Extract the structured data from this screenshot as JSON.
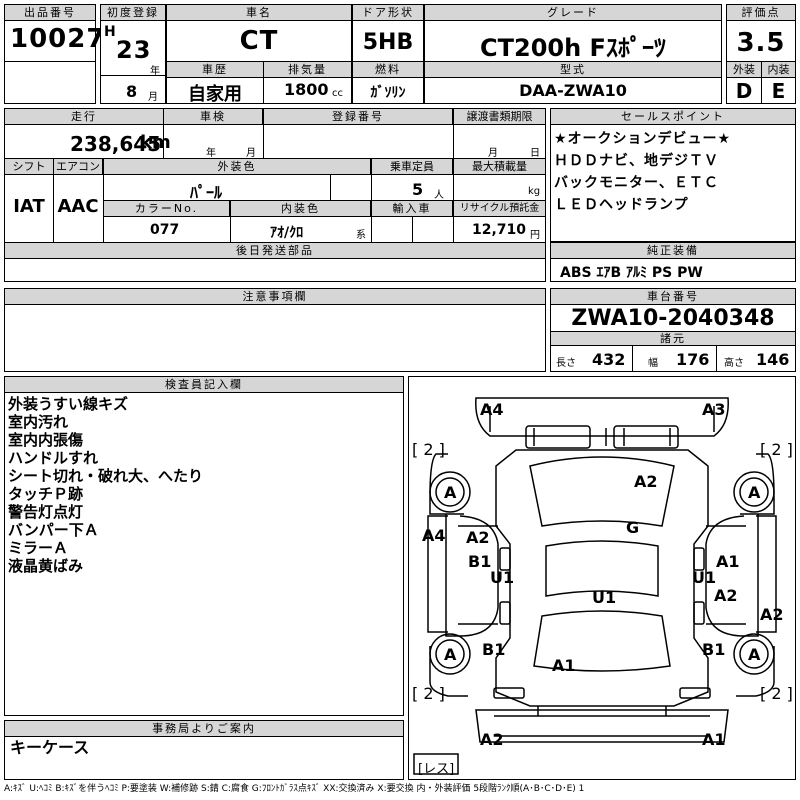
{
  "header": {
    "lot_label": "出品番号",
    "lot_number": "10027",
    "first_reg_label": "初度登録",
    "era": "H",
    "year": "23",
    "year_unit": "年",
    "month": "8",
    "month_unit": "月",
    "name_label": "車名",
    "car_name": "CT",
    "door_label": "ドア形状",
    "door_type": "5HB",
    "grade_label": "グレード",
    "grade": "CT200h Fｽﾎﾟｰﾂ",
    "score_label": "評価点",
    "score": "3.5",
    "history_label": "車歴",
    "history": "自家用",
    "displacement_label": "排気量",
    "displacement": "1800",
    "displacement_unit": "cc",
    "fuel_label": "燃料",
    "fuel": "ｶﾞｿﾘﾝ",
    "model_label": "型式",
    "model": "DAA-ZWA10",
    "ext_label": "外装",
    "ext_grade": "D",
    "int_label": "内装",
    "int_grade": "E"
  },
  "details": {
    "mileage_label": "走行",
    "mileage": "238,645",
    "mileage_unit": "km",
    "inspection_label": "車検",
    "inspection_year_unit": "年",
    "inspection_month_unit": "月",
    "plate_label": "登録番号",
    "transfer_label": "譲渡書類期限",
    "transfer_month_unit": "月",
    "transfer_day_unit": "日",
    "shift_label": "シフト",
    "shift": "IAT",
    "ac_label": "エアコン",
    "ac": "AAC",
    "ext_color_label": "外装色",
    "ext_color": "ﾊﾟｰﾙ",
    "capacity_label": "乗車定員",
    "capacity": "5",
    "capacity_unit": "人",
    "load_label": "最大積載量",
    "load_unit": "kg",
    "color_no_label": "カラーNo.",
    "color_no": "077",
    "int_color_label": "内装色",
    "int_color": "ｱｵ/ｸﾛ",
    "int_color_unit": "系",
    "import_label": "輸入車",
    "recycle_label": "リサイクル預託金",
    "recycle": "12,710",
    "recycle_unit": "円",
    "later_parts_label": "後日発送部品"
  },
  "sales": {
    "label": "セールスポイント",
    "lines": [
      "★オークションデビュー★",
      "ＨＤＤナビ、地デジＴＶ",
      "バックモニター、ＥＴＣ",
      "ＬＥＤヘッドランプ"
    ]
  },
  "equipment": {
    "label": "純正装備",
    "items": "ABS ｴｱB ｱﾙﾐ PS PW"
  },
  "chassis": {
    "label": "車台番号",
    "number": "ZWA10-2040348",
    "spec_label": "諸元",
    "length_label": "長さ",
    "length": "432",
    "width_label": "幅",
    "width": "176",
    "height_label": "高さ",
    "height": "146"
  },
  "notes": {
    "label": "注意事項欄"
  },
  "inspector": {
    "label": "検査員記入欄",
    "lines": [
      "外装うすい線キズ",
      "室内汚れ",
      "室内内張傷",
      "ハンドルすれ",
      "シート切れ・破れ大、へたり",
      "タッチＰ跡",
      "警告灯点灯",
      "バンパー下Ａ",
      "ミラーＡ",
      "液晶黄ばみ"
    ]
  },
  "office": {
    "label": "事務局よりご案内",
    "text": "キーケース"
  },
  "diagram": {
    "marks": {
      "a4_top": "A4",
      "a3_top": "A3",
      "two_tl": "[ 2 ]",
      "two_tr": "[ 2 ]",
      "a_wheel_fl": "A",
      "a_wheel_fr": "A",
      "a2_hood": "A2",
      "g_glass": "G",
      "a4_left": "A4",
      "a2_left": "A2",
      "b1_left": "B1",
      "u1_left": "U1",
      "a1_right": "A1",
      "u1_right": "U1",
      "u1_center": "U1",
      "a2_right": "A2",
      "a2_far_right": "A2",
      "a_wheel_rl": "A",
      "a_wheel_rr": "A",
      "b1_rear_left": "B1",
      "b1_rear_right": "B1",
      "a1_rear": "A1",
      "two_bl": "[ 2 ]",
      "two_br": "[ 2 ]",
      "a2_bumper": "A2",
      "a1_bumper": "A1",
      "spare": "[レス]"
    }
  },
  "legend": "A:ｷｽﾞ U:ﾍｺﾐ B:ｷｽﾞを伴うﾍｺﾐ P:要塗装 W:補修跡 S:錆 C:腐食 G:ﾌﾛﾝﾄｶﾞﾗｽ点ｷｽﾞ XX:交換済み X:要交換 内・外装評価 5段階ﾗﾝｸ順(A･B･C･D･E) 1"
}
